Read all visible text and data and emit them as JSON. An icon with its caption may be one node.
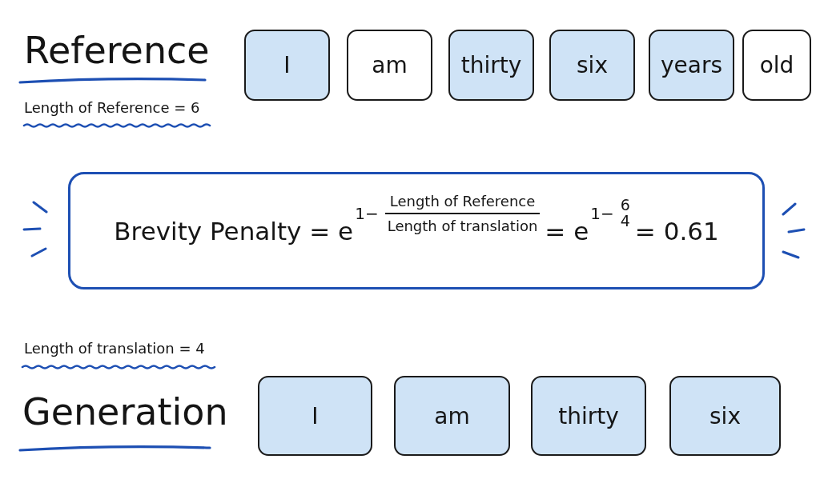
{
  "diagram": {
    "nodes": [
      {
        "text": [
          "I"
        ]
      },
      {
        "text": [
          "am"
        ]
      },
      {
        "text": [
          "thirty"
        ]
      },
      {
        "text": [
          "six"
        ]
      },
      {
        "text": [
          "years"
        ]
      },
      {
        "text": [
          "old"
        ]
      },
      {
        "text": [
          "Brevity Penalty = e",
          "1−",
          "Length of Reference",
          "Length of translation",
          "= e",
          "1−",
          "6",
          "4",
          "= 0.61"
        ]
      },
      {
        "text": [
          "I"
        ]
      },
      {
        "text": [
          "am"
        ]
      },
      {
        "text": [
          "thirty"
        ]
      },
      {
        "text": [
          "six"
        ]
      }
    ],
    "edges": [],
    "labels": [
      "Reference",
      "Length of Reference = 6",
      "Length of translation = 4",
      "Generation"
    ]
  }
}
